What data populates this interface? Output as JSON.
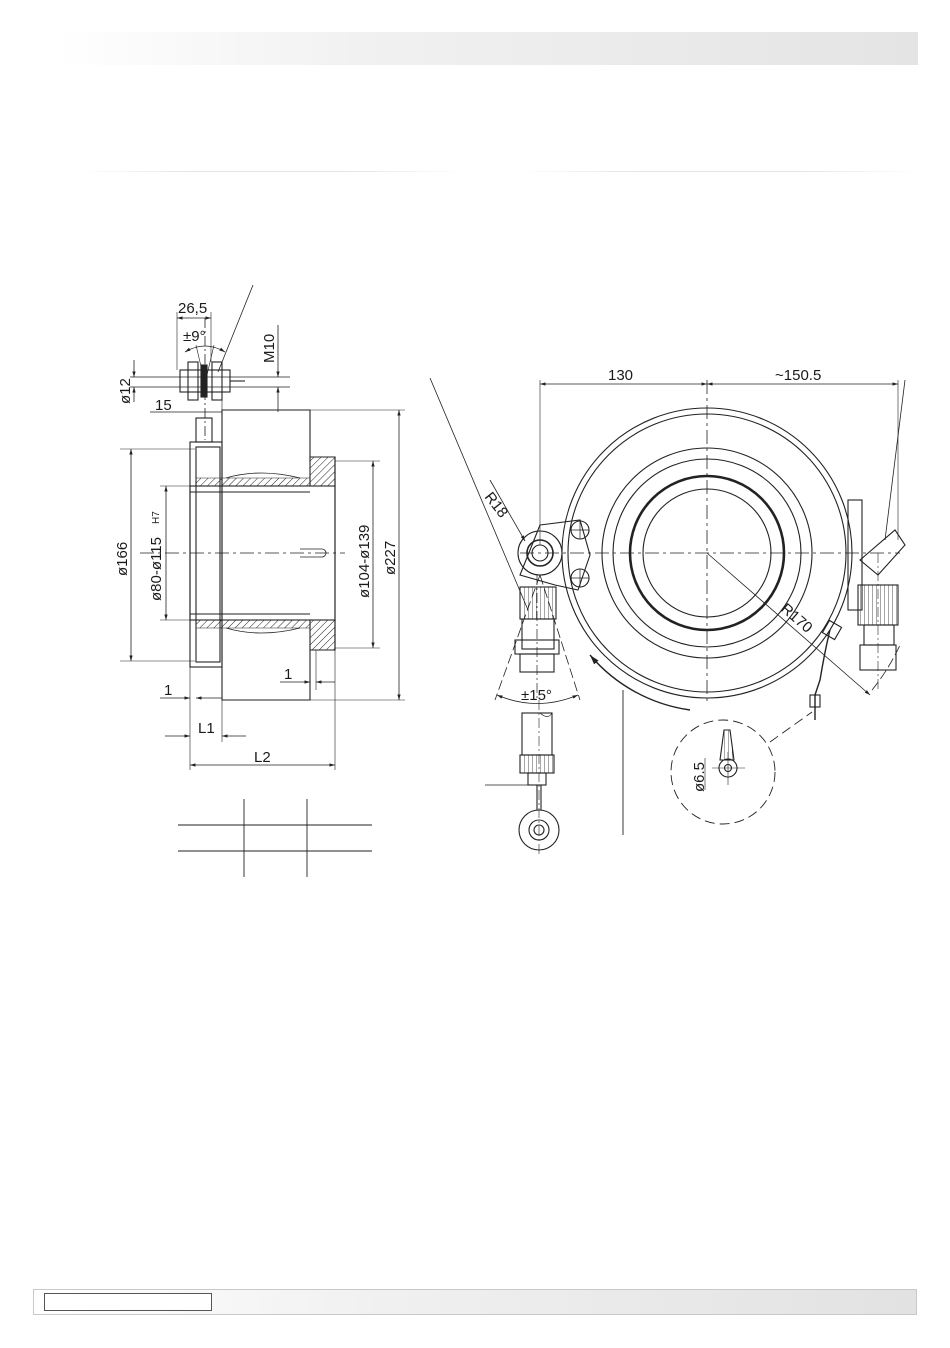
{
  "left_view": {
    "dims": {
      "d265": "26,5",
      "angle9": "±9°",
      "m10": "M10",
      "d12": "ø12",
      "d15": "15",
      "d166": "ø166",
      "bore": "ø80-ø115",
      "bore_tol": "H7",
      "hub": "ø104-ø139",
      "d227": "ø227",
      "one_a": "1",
      "one_b": "1",
      "l1": "L1",
      "l2": "L2"
    }
  },
  "right_view": {
    "dims": {
      "d130": "130",
      "d150": "~150.5",
      "r18": "R18",
      "r170": "R170",
      "angle15": "±15°",
      "d65": "ø6.5"
    }
  }
}
